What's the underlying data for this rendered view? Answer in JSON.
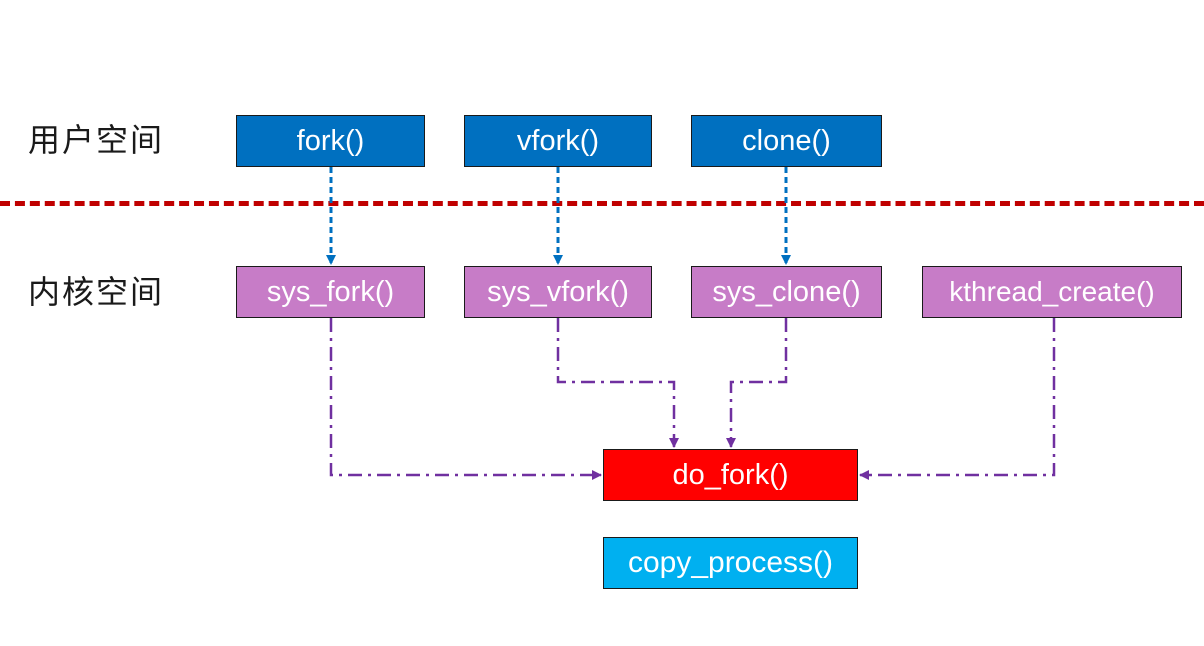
{
  "labels": {
    "user_space": "用户空间",
    "kernel_space": "内核空间"
  },
  "user_calls": {
    "fork": "fork()",
    "vfork": "vfork()",
    "clone": "clone()"
  },
  "kernel_calls": {
    "sys_fork": "sys_fork()",
    "sys_vfork": "sys_vfork()",
    "sys_clone": "sys_clone()",
    "kthread_create": "kthread_create()"
  },
  "core": {
    "do_fork": "do_fork()",
    "copy_process": "copy_process()"
  },
  "colors": {
    "user_box": "#0070c0",
    "kernel_box": "#c77cc7",
    "do_fork_box": "#ff0000",
    "copy_process_box": "#00b0f0",
    "divider": "#c00000",
    "user_arrow": "#0070c0",
    "kernel_arrow": "#7030a0"
  }
}
